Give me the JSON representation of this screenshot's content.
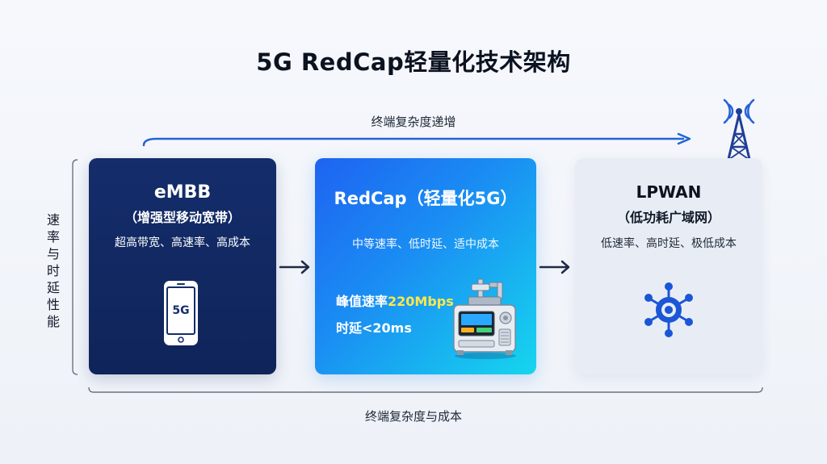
{
  "title": "5G RedCap轻量化技术架构",
  "top_label": "终端复杂度递增",
  "bottom_label": "终端复杂度与成本",
  "side_label": "速率与时延性能",
  "cards": {
    "embb": {
      "title": "eMBB",
      "subtitle": "（增强型移动宽带）",
      "desc": "超高带宽、高速率、高成本",
      "phone_label": "5G"
    },
    "redcap": {
      "title": "RedCap（轻量化5G）",
      "desc": "中等速率、低时延、适中成本",
      "peak_label": "峰值速率",
      "peak_value": "220Mbps",
      "latency": "时延<20ms"
    },
    "lpwan": {
      "title": "LPWAN",
      "subtitle": "（低功耗广域网）",
      "desc": "低速率、高时延、极低成本"
    }
  },
  "colors": {
    "embb_bg": "#142d6b",
    "redcap_start": "#1e63f2",
    "redcap_end": "#16d6ee",
    "lpwan_bg": "#e8edf5",
    "accent_blue": "#1a56d6",
    "highlight_yellow": "#ffe74a"
  },
  "icons": {
    "phone": "smartphone-icon",
    "module": "iot-module-icon",
    "lpwan": "network-hub-icon",
    "tower": "cell-tower-icon"
  }
}
